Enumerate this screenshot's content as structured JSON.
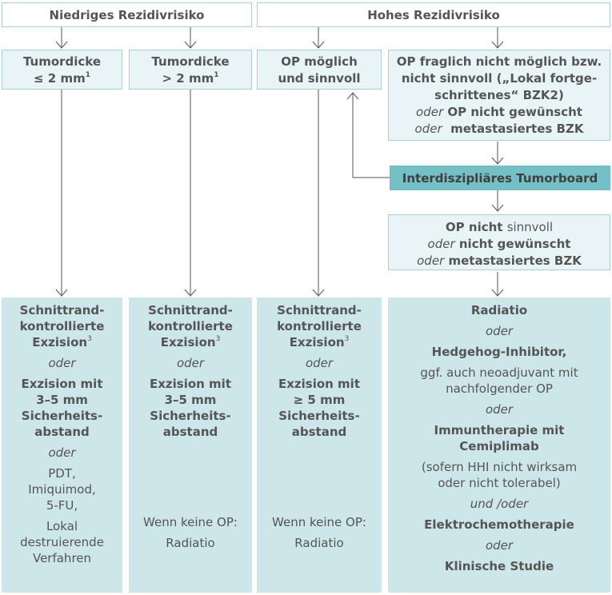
{
  "headers": {
    "low": "Niedriges Rezidivrisiko",
    "high": "Hohes Rezidivrisiko"
  },
  "row2": {
    "col1": {
      "line1": "Tumordicke",
      "line2": "≤ 2 mm",
      "sup": "1"
    },
    "col2": {
      "line1": "Tumordicke",
      "line2": "> 2 mm",
      "sup": "1"
    },
    "col3": {
      "line1": "OP möglich",
      "line2": "und sinnvoll"
    },
    "col4": {
      "l1": "OP fraglich nicht möglich bzw.",
      "l2": "nicht sinnvoll („Lokal fortge-",
      "l3": "schrittenes“ BZK2)",
      "l4_or": "oder",
      "l4": "OP nicht gewünscht",
      "l5_or": "oder",
      "l5": "metastasiertes BZK"
    }
  },
  "tumorboard": "Interdiszipliäres Tumorboard",
  "after_board": {
    "l1_bold": "OP nicht",
    "l1_norm": "sinnvoll",
    "l2_or": "oder",
    "l2": "nicht gewünscht",
    "l3_or": "oder",
    "l3": "metastasiertes BZK"
  },
  "bottom": {
    "col1": {
      "a1": "Schnittrand-",
      "a2": "kontrollierte",
      "a3": "Exzision",
      "a3_sup": "3",
      "or1": "oder",
      "b1": "Exzision mit",
      "b2": "3–5 mm",
      "b3": "Sicherheits-",
      "b4": "abstand",
      "or2": "oder",
      "c1": "PDT,",
      "c2": "Imiquimod,",
      "c3": "5-FU,",
      "d1": "Lokal",
      "d2": "destruierende",
      "d3": "Verfahren"
    },
    "col2": {
      "a1": "Schnittrand-",
      "a2": "kontrollierte",
      "a3": "Exzision",
      "a3_sup": "3",
      "or1": "oder",
      "b1": "Exzision mit",
      "b2": "3–5 mm",
      "b3": "Sicherheits-",
      "b4": "abstand",
      "c1": "Wenn keine OP:",
      "c2": "Radiatio"
    },
    "col3": {
      "a1": "Schnittrand-",
      "a2": "kontrollierte",
      "a3": "Exzision",
      "a3_sup": "3",
      "or1": "oder",
      "b1": "Exzision mit",
      "b2": "≥ 5 mm",
      "b3": "Sicherheits-",
      "b4": "abstand",
      "c1": "Wenn keine OP:",
      "c2": "Radiatio"
    },
    "col4": {
      "a": "Radiatio",
      "or1": "oder",
      "b": "Hedgehog-Inhibitor,",
      "b_n1": "ggf. auch neoadjuvant mit",
      "b_n2": "nachfolgender OP",
      "or2": "oder",
      "c1": "Immuntherapie mit",
      "c2": "Cemiplimab",
      "c_n1": "(sofern HHI nicht wirksam",
      "c_n2": "oder nicht tolerabel)",
      "or3": "und /oder",
      "d": "Elektrochemotherapie",
      "or4": "oder",
      "e": "Klinische Studie"
    }
  },
  "colors": {
    "teal": "#74c0c6",
    "light": "#e9f4f6",
    "bottom": "#cce6e9",
    "border": "#a9cfd4",
    "line": "#555555"
  }
}
